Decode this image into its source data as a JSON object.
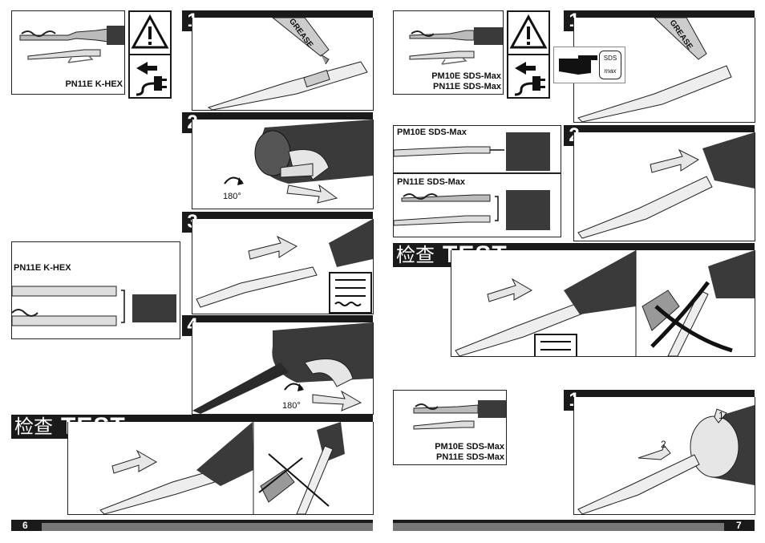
{
  "left_page": {
    "overview": {
      "label": "PN11E K-HEX"
    },
    "step1": {
      "number": "1",
      "grease_label": "GREASE"
    },
    "step2": {
      "number": "2",
      "rotation": "180°"
    },
    "step3": {
      "number": "3"
    },
    "k_hex_detail": {
      "label": "PN11E K-HEX"
    },
    "step4": {
      "number": "4",
      "rotation": "180°"
    },
    "test": {
      "cn": "检查",
      "en": "TEST"
    },
    "page_number": "6"
  },
  "right_page": {
    "overview": {
      "line1": "PM10E SDS-Max",
      "line2": "PN11E SDS-Max"
    },
    "step1": {
      "number": "1",
      "grease_label": "GREASE",
      "sds_badge_top": "SDS",
      "sds_badge_bottom": "max"
    },
    "variant_pm10e": {
      "label": "PM10E SDS-Max"
    },
    "variant_pn11e": {
      "label": "PN11E SDS-Max"
    },
    "step2": {
      "number": "2"
    },
    "test": {
      "cn": "检查",
      "en": "TEST"
    },
    "removal_overview": {
      "line1": "PM10E SDS-Max",
      "line2": "PN11E SDS-Max"
    },
    "removal_step1": {
      "number": "1",
      "arrow1": "1",
      "arrow2": "2"
    },
    "page_number": "7"
  },
  "colors": {
    "dark": "#1a1a1a",
    "tool": "#3a3a3a",
    "grey": "#777777",
    "arrow_fill": "#e6e6e6"
  },
  "icons": [
    "warning-triangle-icon",
    "unplug-icon",
    "pointing-hand-icon",
    "cross-mark-icon",
    "rotation-arrow-icon",
    "bit-types-icon"
  ]
}
